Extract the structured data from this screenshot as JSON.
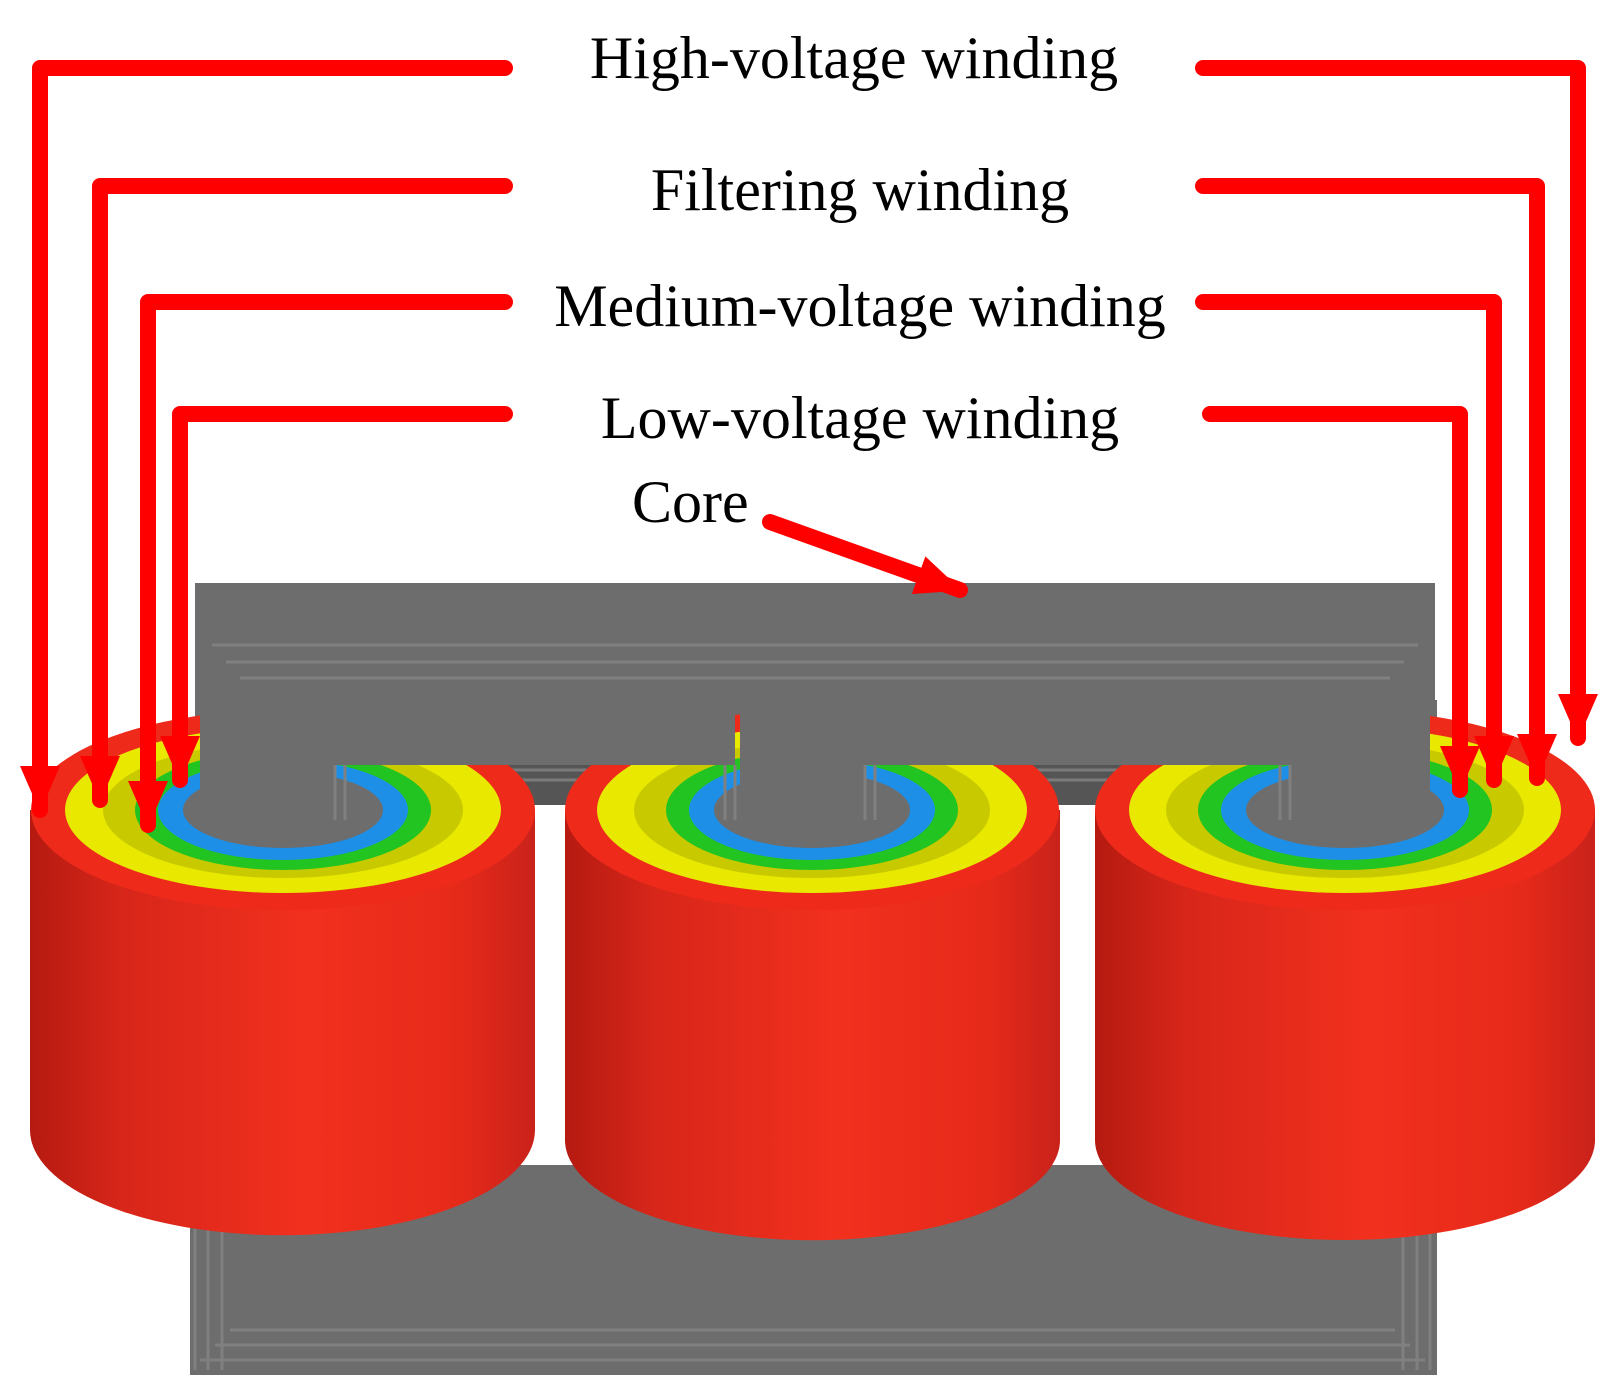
{
  "labels": {
    "high_voltage": "High-voltage winding",
    "filtering": "Filtering winding",
    "medium_voltage": "Medium-voltage winding",
    "low_voltage": "Low-voltage winding",
    "core": "Core"
  },
  "colors": {
    "arrow": "#ff0000",
    "core": "#6d6d6d",
    "core_dark": "#555555",
    "high_voltage": "#ee2a1a",
    "filtering": "#e8e800",
    "medium_voltage": "#22c422",
    "low_voltage": "#1e8fe6"
  }
}
